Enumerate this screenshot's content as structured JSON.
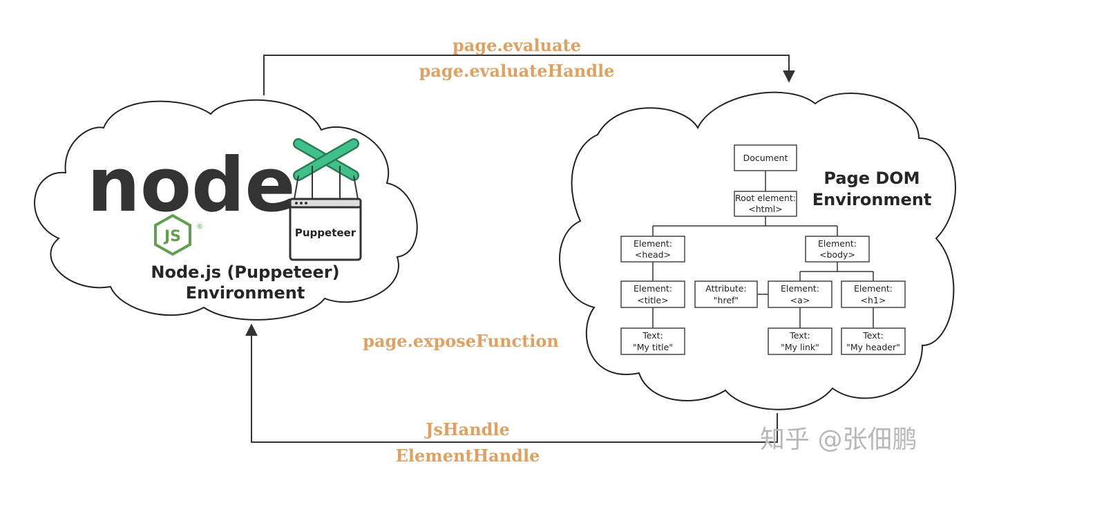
{
  "colors": {
    "label": "#e0a060",
    "env_text": "#262626",
    "node_dark": "#333333",
    "node_green": "#5fa04e",
    "puppeteer_green": "#3cb371"
  },
  "arrows": {
    "to_page": {
      "line1": "page.evaluate",
      "line2": "page.evaluateHandle"
    },
    "expose": "page.exposeFunction",
    "to_node": {
      "line1": "JsHandle",
      "line2": "ElementHandle"
    }
  },
  "node_env": {
    "logo_text": "node",
    "js_badge": "JS",
    "puppeteer_label": "Puppeteer",
    "title_line1": "Node.js (Puppeteer)",
    "title_line2": "Environment",
    "icons": [
      "nodejs-logo-icon",
      "js-hexagon-icon",
      "puppeteer-logo-icon"
    ]
  },
  "page_env": {
    "title_line1": "Page DOM",
    "title_line2": "Environment",
    "tree": {
      "document": "Document",
      "root": [
        "Root element:",
        "<html>"
      ],
      "head": [
        "Element:",
        "<head>"
      ],
      "body": [
        "Element:",
        "<body>"
      ],
      "title": [
        "Element:",
        "<title>"
      ],
      "attribute": [
        "Attribute:",
        "\"href\""
      ],
      "a": [
        "Element:",
        "<a>"
      ],
      "h1": [
        "Element:",
        "<h1>"
      ],
      "title_text": [
        "Text:",
        "\"My title\""
      ],
      "a_text": [
        "Text:",
        "\"My link\""
      ],
      "h1_text": [
        "Text:",
        "\"My header\""
      ]
    }
  },
  "watermark": "知乎 @张佃鹏"
}
